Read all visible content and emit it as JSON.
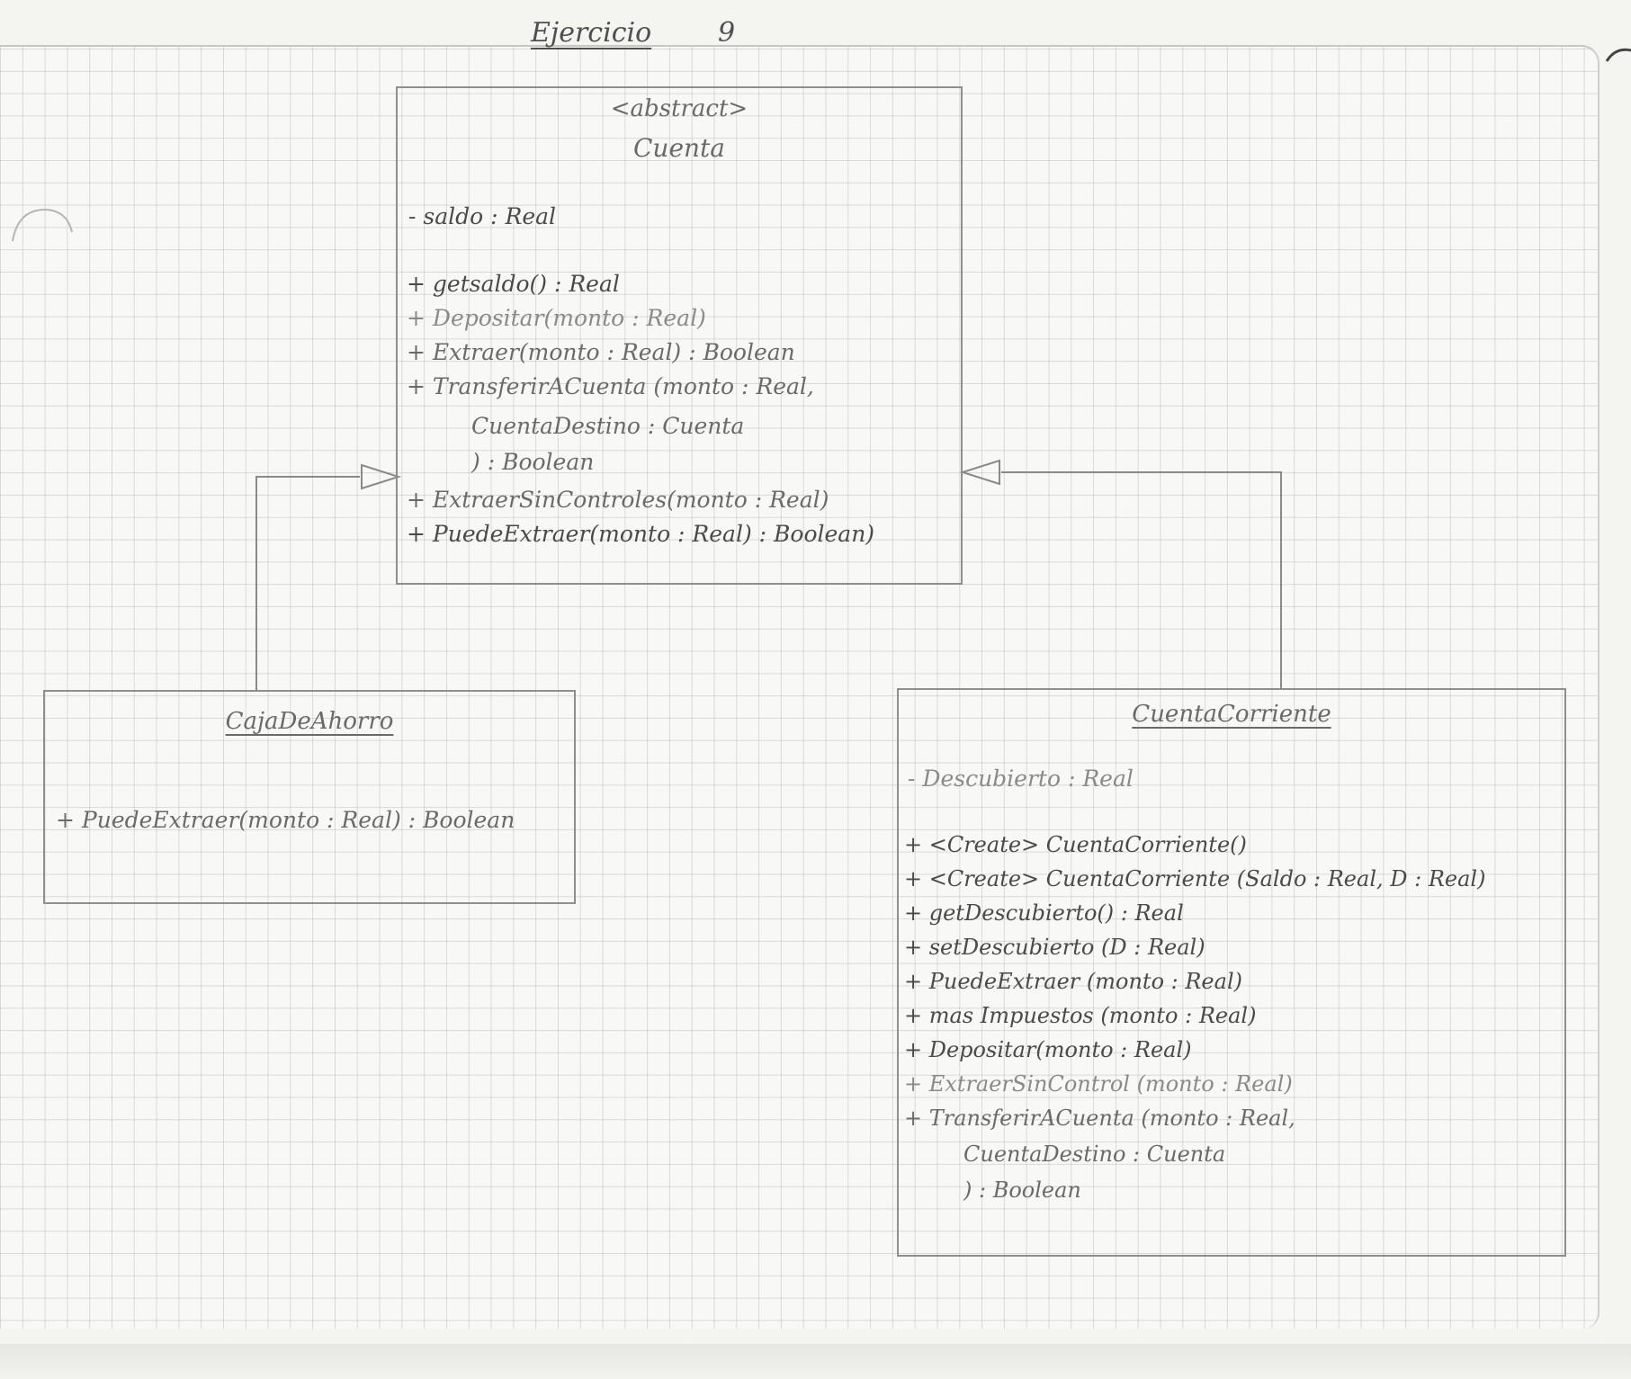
{
  "title": {
    "label": "Ejercicio",
    "number": "9"
  },
  "classes": {
    "cuenta": {
      "stereotype": "<abstract>",
      "name": "Cuenta",
      "attributes": [
        "- saldo : Real"
      ],
      "methods": [
        "+ getsaldo() : Real",
        "+ Depositar(monto : Real)",
        "+ Extraer(monto : Real) : Boolean",
        "+ TransferirACuenta (monto : Real,",
        "CuentaDestino : Cuenta",
        ") : Boolean",
        "+ ExtraerSinControles(monto : Real)",
        "+ PuedeExtraer(monto : Real) : Boolean)"
      ]
    },
    "caja": {
      "name": "CajaDeAhorro",
      "methods": [
        "+ PuedeExtraer(monto : Real) : Boolean"
      ]
    },
    "corriente": {
      "name": "CuentaCorriente",
      "attributes": [
        "- Descubierto : Real"
      ],
      "methods": [
        "+ <Create> CuentaCorriente()",
        "+ <Create> CuentaCorriente (Saldo : Real, D : Real)",
        "+ getDescubierto() : Real",
        "+ setDescubierto (D : Real)",
        "+ PuedeExtraer (monto : Real)",
        "+ mas Impuestos (monto : Real)",
        "+ Depositar(monto : Real)",
        "+ ExtraerSinControl (monto : Real)",
        "+ TransferirACuenta (monto : Real,",
        "CuentaDestino : Cuenta",
        ") : Boolean"
      ]
    }
  }
}
